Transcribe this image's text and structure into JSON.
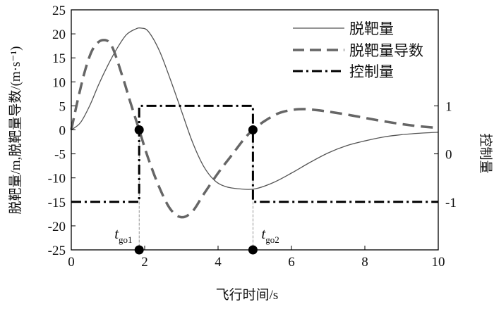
{
  "chart_data": {
    "type": "line",
    "xlabel": "飞行时间/s",
    "ylabel": "脱靶量/m,脱靶量导数/(m·s⁻¹)",
    "y2label": "控制量",
    "xlim": [
      0,
      10
    ],
    "ylim": [
      -25,
      25
    ],
    "y2lim_ticks": [
      1,
      0,
      -1
    ],
    "xticks": [
      "0",
      "2",
      "4",
      "6",
      "8",
      "10"
    ],
    "yticks": [
      "25",
      "20",
      "15",
      "10",
      "5",
      "0",
      "-5",
      "-10",
      "-15",
      "-20",
      "-25"
    ],
    "y2ticks": [
      "1",
      "0",
      "-1"
    ],
    "legend_position": "top-right",
    "series": [
      {
        "name": "脱靶量",
        "style": "solid",
        "color": "#555555",
        "x": [
          0,
          0.25,
          0.5,
          0.75,
          1,
          1.25,
          1.5,
          1.75,
          1.9,
          2.1,
          2.4,
          2.7,
          3.0,
          3.3,
          3.6,
          3.9,
          4.2,
          4.6,
          5.0,
          5.5,
          6,
          6.5,
          7,
          7.5,
          8,
          8.5,
          9,
          9.5,
          10
        ],
        "y": [
          0,
          1.5,
          5,
          9.5,
          13.5,
          17,
          19.8,
          21,
          21.2,
          20.5,
          16.5,
          10.5,
          4,
          -2.5,
          -7.5,
          -10.5,
          -11.8,
          -12.3,
          -12.3,
          -11,
          -9,
          -6.8,
          -4.8,
          -3.3,
          -2.3,
          -1.5,
          -1,
          -0.7,
          -0.5
        ]
      },
      {
        "name": "脱靶量导数",
        "style": "dashed",
        "color": "#666666",
        "x": [
          0,
          0.2,
          0.4,
          0.6,
          0.85,
          1.1,
          1.4,
          1.6,
          1.85,
          2.1,
          2.4,
          2.7,
          3.0,
          3.3,
          3.6,
          4.0,
          4.4,
          4.7,
          4.95,
          5.3,
          5.7,
          6.2,
          6.7,
          7.5,
          8.5,
          9.3,
          10
        ],
        "y": [
          0,
          7,
          13,
          17,
          18.7,
          17.5,
          11,
          6,
          0,
          -6,
          -12,
          -16.5,
          -18.2,
          -17,
          -13.5,
          -9,
          -5,
          -2,
          0,
          2,
          3.6,
          4.3,
          4.1,
          3.2,
          1.8,
          0.9,
          0.4
        ]
      },
      {
        "name": "控制量",
        "style": "dash-dot",
        "color": "#000000",
        "axis": "right",
        "x": [
          0,
          1.85,
          1.85,
          4.95,
          4.95,
          10
        ],
        "y2": [
          -1,
          -1,
          1,
          1,
          -1,
          -1
        ]
      }
    ],
    "markers": [
      {
        "label": "t",
        "sub": "go1",
        "x": 1.85
      },
      {
        "label": "t",
        "sub": "go2",
        "x": 4.95
      }
    ]
  }
}
